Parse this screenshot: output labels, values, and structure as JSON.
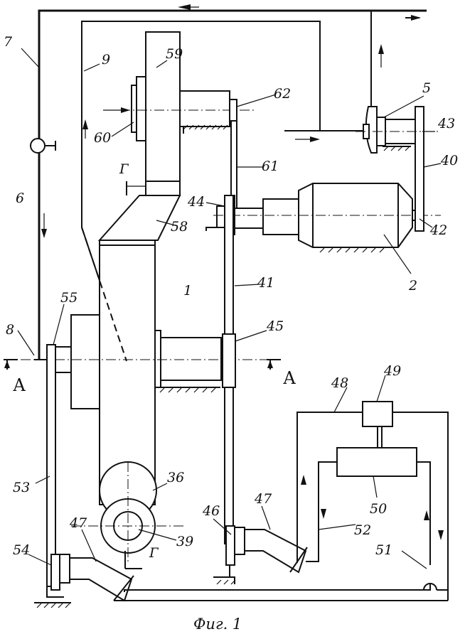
{
  "figure": {
    "caption": "Фиг. 1",
    "section_letter": "А",
    "view_letter": "Г"
  },
  "labels": {
    "l1": "1",
    "l2": "2",
    "l5": "5",
    "l6": "6",
    "l7": "7",
    "l8": "8",
    "l9": "9",
    "l36": "36",
    "l39": "39",
    "l40": "40",
    "l41": "41",
    "l42": "42",
    "l43": "43",
    "l44": "44",
    "l45": "45",
    "l46": "46",
    "l47a": "47",
    "l47b": "47",
    "l48": "48",
    "l49": "49",
    "l50": "50",
    "l51": "51",
    "l52": "52",
    "l53": "53",
    "l54": "54",
    "l55": "55",
    "l58": "58",
    "l59": "59",
    "l60": "60",
    "l61": "61",
    "l62": "62"
  }
}
